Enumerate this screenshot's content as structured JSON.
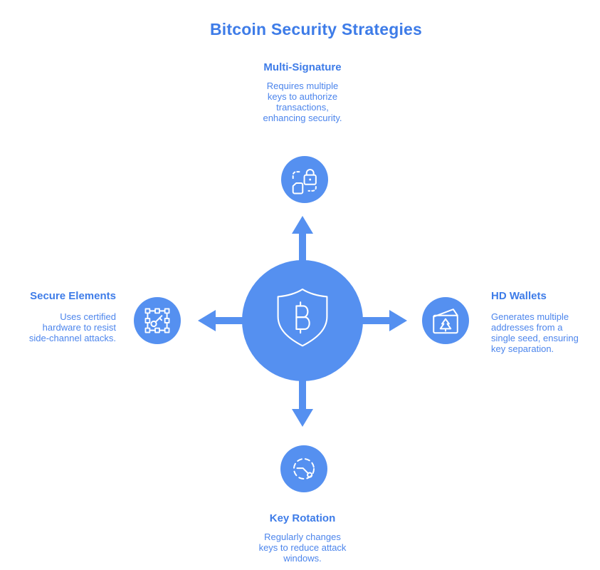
{
  "title": "Bitcoin Security Strategies",
  "colors": {
    "accent": "#5590F0",
    "title_text": "#3E7CE8",
    "heading_text": "#3E7CE8",
    "body_text": "#4C85EC",
    "background": "#FFFFFF",
    "icon_stroke": "#FFFFFF"
  },
  "center": {
    "icon": "bitcoin-shield-icon"
  },
  "nodes": {
    "top": {
      "heading": "Multi-Signature",
      "body": "Requires multiple keys to authorize transactions, enhancing security.",
      "icon": "document-lock-icon"
    },
    "right": {
      "heading": "HD Wallets",
      "body": "Generates multiple addresses from a single seed, ensuring key separation.",
      "icon": "wallet-tree-icon"
    },
    "bottom": {
      "heading": "Key Rotation",
      "body": "Regularly changes keys to reduce attack windows.",
      "icon": "key-rotation-icon"
    },
    "left": {
      "heading": "Secure Elements",
      "body": "Uses certified hardware to resist side-channel attacks.",
      "icon": "chip-key-icon"
    }
  }
}
